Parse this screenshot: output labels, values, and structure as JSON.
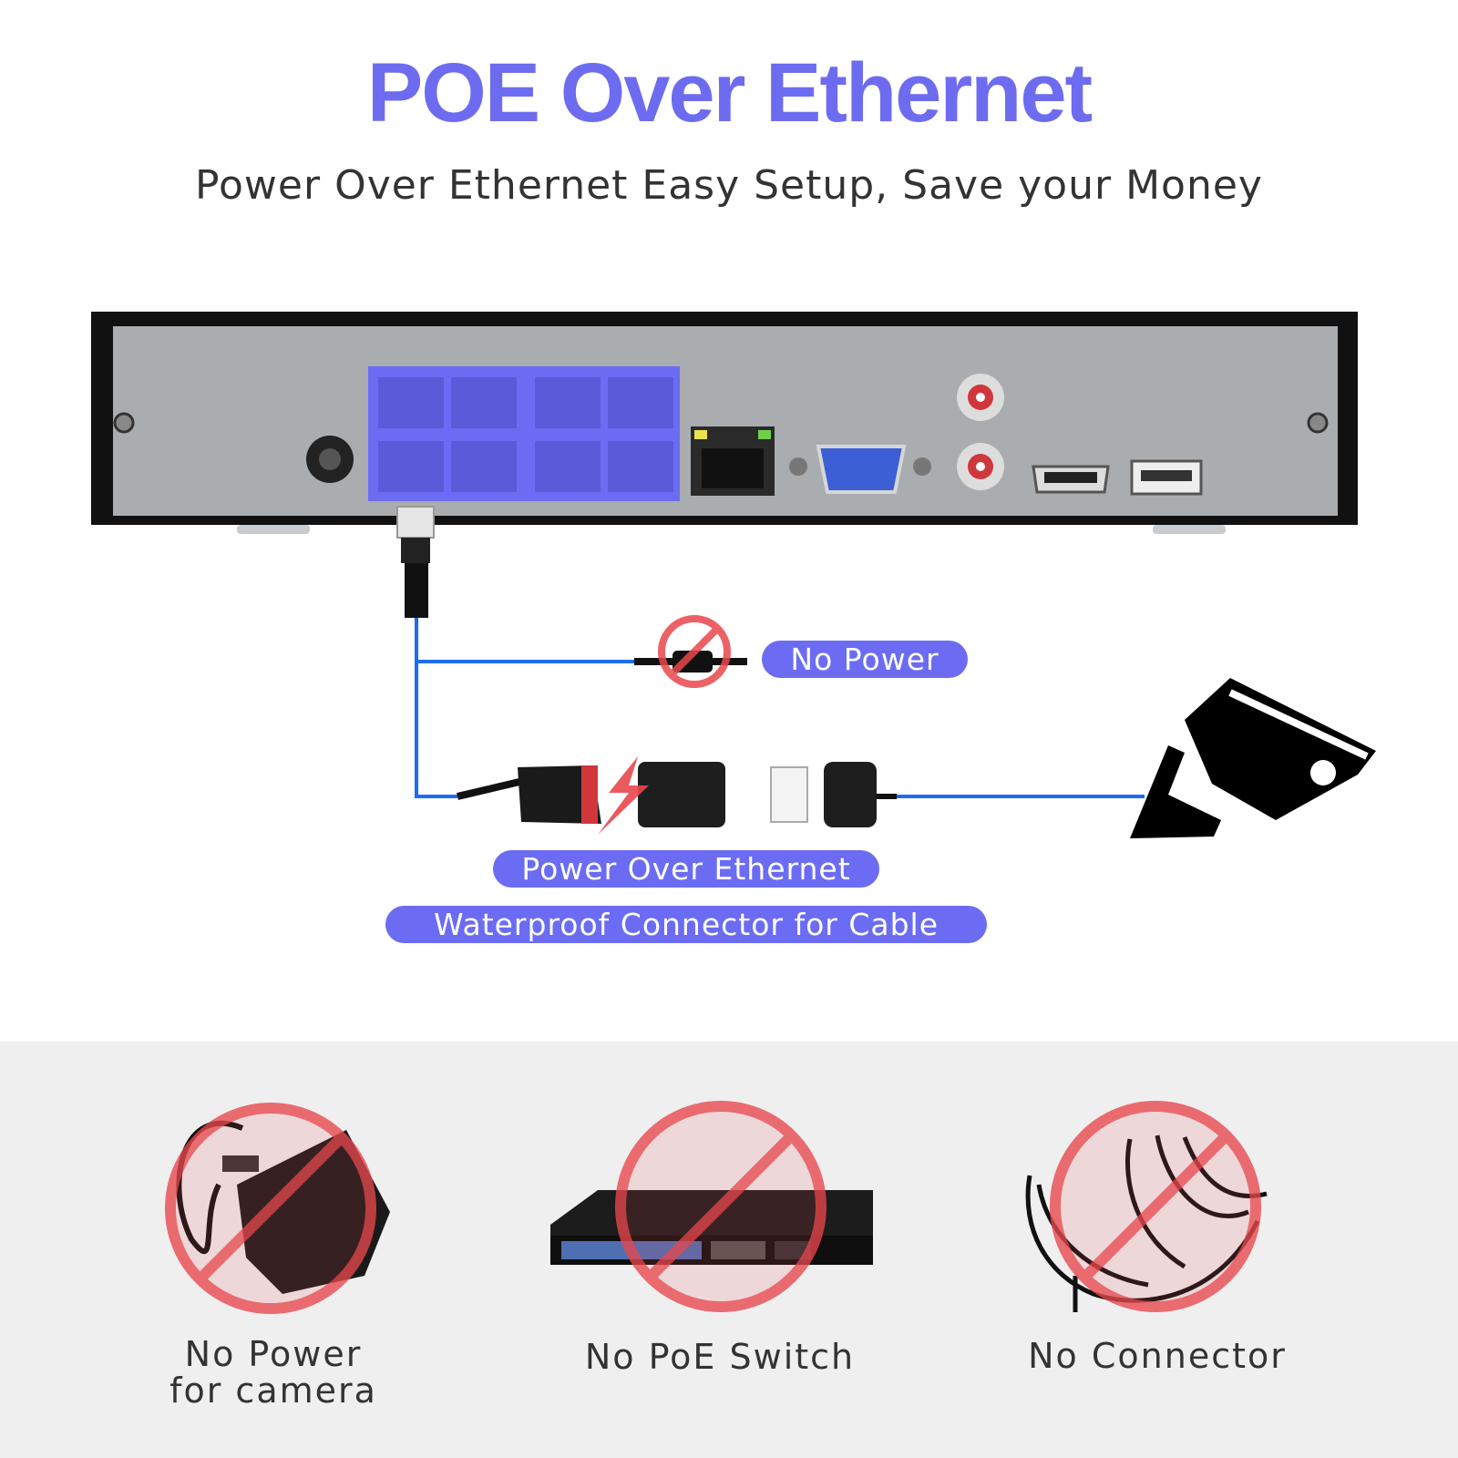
{
  "header": {
    "title": "POE Over Ethernet",
    "subtitle": "Power Over Ethernet Easy Setup, Save your Money"
  },
  "labels": {
    "no_power": "No Power",
    "power_over_ethernet": "Power Over Ethernet",
    "waterproof": "Waterproof Connector for Cable"
  },
  "bottom_items": [
    {
      "line1": "No Power",
      "line2": "for camera"
    },
    {
      "line1": "No PoE Switch"
    },
    {
      "line1": "No Connector"
    }
  ],
  "colors": {
    "accent": "#6b6cf3",
    "cable": "#1e6cf0",
    "prohibit": "#e8474c",
    "panel": "#a9adb0"
  }
}
